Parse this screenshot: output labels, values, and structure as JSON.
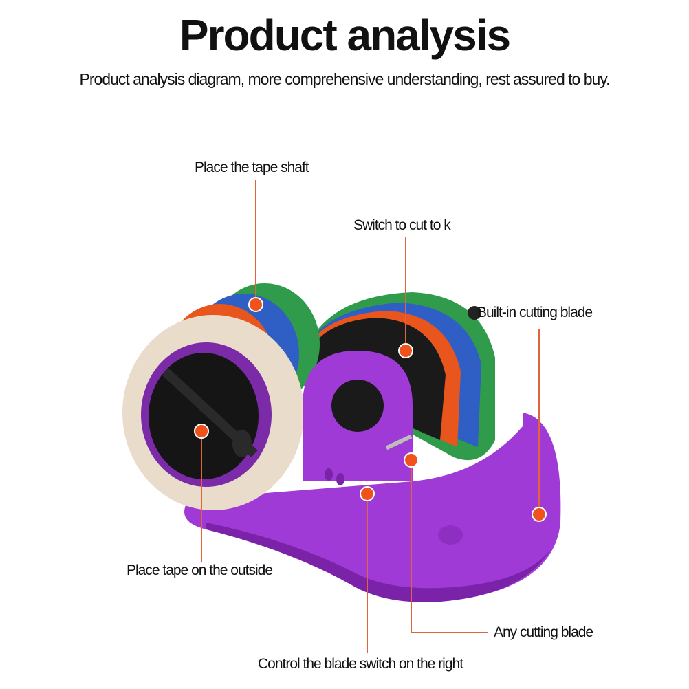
{
  "header": {
    "title": "Product analysis",
    "subtitle": "Product analysis diagram, more comprehensive understanding, rest assured to buy."
  },
  "callouts": {
    "tape_shaft": "Place the tape shaft",
    "switch_cut": "Switch to cut to k",
    "built_in_blade": "Built-in cutting blade",
    "tape_outside": "Place tape on the outside",
    "any_blade": "Any cutting blade",
    "blade_switch": "Control the blade switch on the right"
  },
  "colors": {
    "body": "#a03ad6",
    "body_dark": "#7a23a8",
    "marker": "#f0521b",
    "leader": "#e2643a",
    "tape_green": "#2f9b4b",
    "tape_blue": "#2f5fc4",
    "tape_orange": "#e8561e",
    "tape_clear": "#e9dccb",
    "hub": "#151515"
  }
}
